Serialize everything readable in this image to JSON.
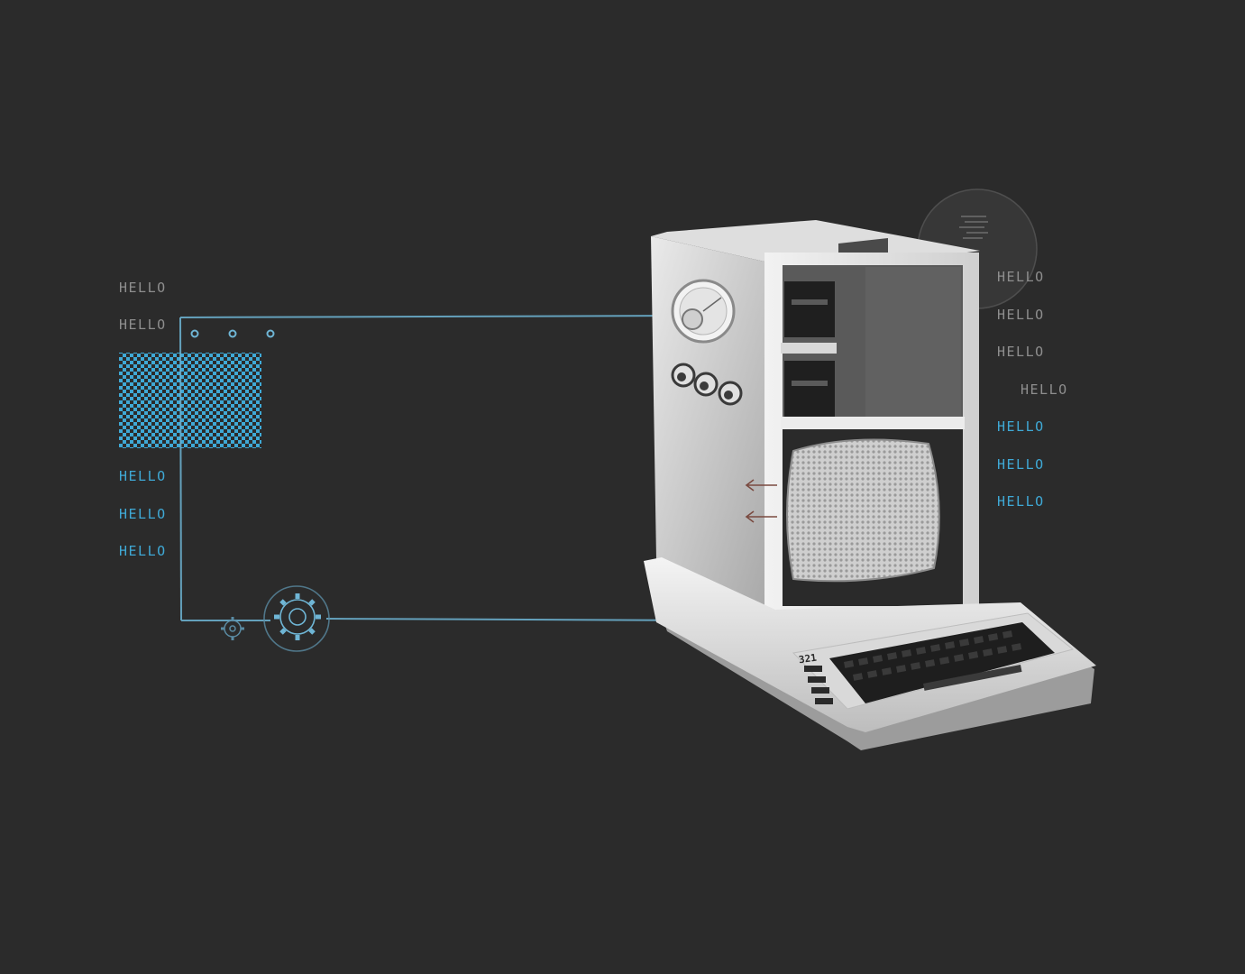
{
  "colors": {
    "background": "#2b2b2b",
    "accent_blue": "#3fa9d6",
    "label_gray": "#8e8e8e",
    "wire": "#6fb6d6",
    "machine_white": "#e9e9e9",
    "keycap": "#1e1e1e"
  },
  "left_labels": {
    "top": [
      "HELLO",
      "HELLO"
    ],
    "bottom": [
      "HELLO",
      "HELLO",
      "HELLO"
    ]
  },
  "right_labels": {
    "gray": [
      "HELLO",
      "HELLO",
      "HELLO",
      "HELLO"
    ],
    "blue": [
      "HELLO",
      "HELLO",
      "HELLO"
    ]
  },
  "keyboard": {
    "model_number": "321"
  },
  "icons": [
    "checker-pattern",
    "gear-icon",
    "small-gear-icon",
    "dot-icon",
    "arrow-left-icon",
    "dial-icon",
    "knob-icon",
    "floppy-drive-icon",
    "crt-screen-icon",
    "keyboard-icon",
    "lens-circle-icon"
  ]
}
